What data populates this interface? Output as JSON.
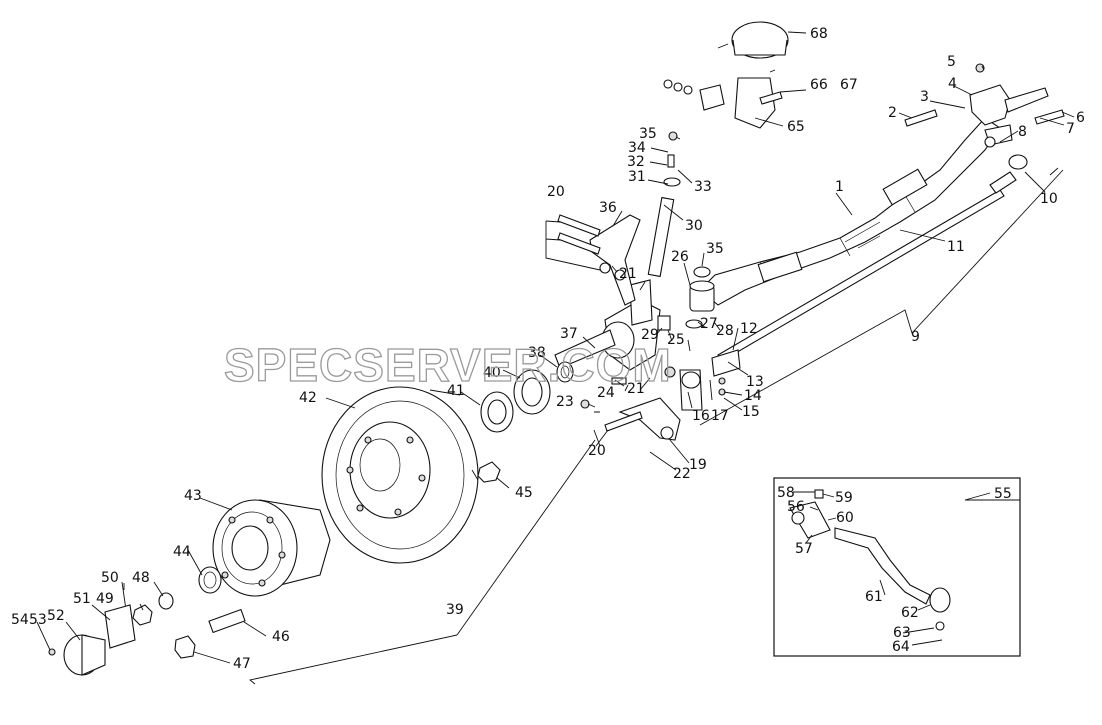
{
  "watermark": "SPECSERVER.COM",
  "labels": {
    "l1": "1",
    "l2": "2",
    "l3": "3",
    "l4": "4",
    "l5": "5",
    "l6": "6",
    "l7": "7",
    "l8": "8",
    "l9": "9",
    "l10": "10",
    "l11": "11",
    "l12": "12",
    "l13": "13",
    "l14": "14",
    "l15": "15",
    "l16": "16",
    "l17": "17",
    "l19": "19",
    "l20a": "20",
    "l20b": "20",
    "l21a": "21",
    "l21b": "21",
    "l22": "22",
    "l23": "23",
    "l24": "24",
    "l25": "25",
    "l26": "26",
    "l27": "27",
    "l28": "28",
    "l29": "29",
    "l30": "30",
    "l31": "31",
    "l32": "32",
    "l33": "33",
    "l34": "34",
    "l35a": "35",
    "l35b": "35",
    "l36": "36",
    "l37": "37",
    "l38": "38",
    "l39": "39",
    "l40": "40",
    "l41": "41",
    "l42": "42",
    "l43": "43",
    "l44": "44",
    "l45": "45",
    "l46": "46",
    "l47": "47",
    "l48": "48",
    "l49": "49",
    "l50": "50",
    "l51": "51",
    "l52": "52",
    "l53": "53",
    "l54": "54",
    "l55": "55",
    "l56": "56",
    "l57": "57",
    "l58": "58",
    "l59": "59",
    "l60": "60",
    "l61": "61",
    "l62": "62",
    "l63": "63",
    "l64": "64",
    "l65": "65",
    "l66": "66",
    "l67": "67",
    "l68": "68"
  }
}
